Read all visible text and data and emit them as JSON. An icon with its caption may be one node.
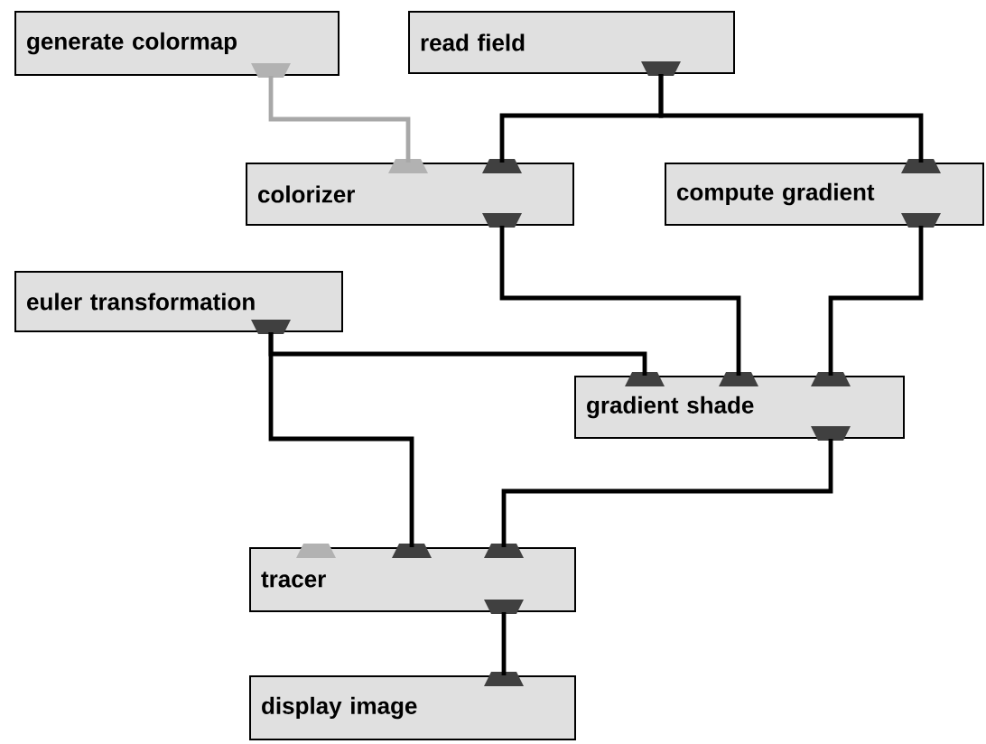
{
  "diagram": {
    "nodes": [
      {
        "text": [
          "generate colormap"
        ]
      },
      {
        "text": [
          "read field"
        ]
      },
      {
        "text": [
          "colorizer"
        ]
      },
      {
        "text": [
          "compute gradient"
        ]
      },
      {
        "text": [
          "euler transformation"
        ]
      },
      {
        "text": [
          "gradient shade"
        ]
      },
      {
        "text": [
          "tracer"
        ]
      },
      {
        "text": [
          "display image"
        ]
      }
    ],
    "edges": [
      {
        "from": 0,
        "to": 2,
        "arrow": "none",
        "color": "#a8a8a8"
      },
      {
        "from": 1,
        "to": 2,
        "arrow": "none"
      },
      {
        "from": 1,
        "to": 3,
        "arrow": "none"
      },
      {
        "from": 2,
        "to": 5,
        "arrow": "none"
      },
      {
        "from": 3,
        "to": 5,
        "arrow": "none"
      },
      {
        "from": 4,
        "to": 5,
        "arrow": "none"
      },
      {
        "from": 4,
        "to": 6,
        "arrow": "none"
      },
      {
        "from": 5,
        "to": 6,
        "arrow": "none"
      },
      {
        "from": 6,
        "to": 7,
        "arrow": "none"
      }
    ]
  }
}
